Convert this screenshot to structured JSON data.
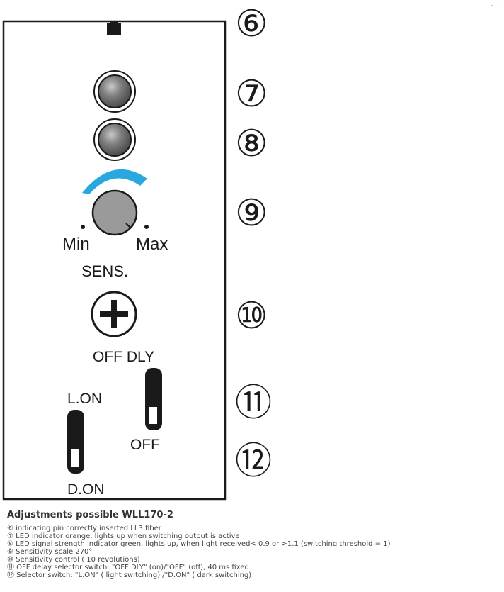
{
  "diagram": {
    "callouts": {
      "c6": "⑥",
      "c7": "⑦",
      "c8": "⑧",
      "c9": "⑨",
      "c10": "⑩",
      "c11": "⑪",
      "c12": "⑫"
    },
    "labels": {
      "min": "Min",
      "max": "Max",
      "sens": "SENS.",
      "off_dly": "OFF DLY",
      "off": "OFF",
      "l_on": "L.ON",
      "d_on": "D.ON"
    },
    "colors": {
      "arc": "#29a8e0",
      "outline": "#1a1a1a",
      "led": "#6e6e6e",
      "knob": "#9a9a9a"
    }
  },
  "caption": {
    "title": "Adjustments possible WLL170-2",
    "lines": [
      "⑥ indicating pin correctly inserted LL3 fiber",
      "⑦ LED indicator orange, lights up when switching output is active",
      "⑧ LED signal strength indicator green, lights up, when light received< 0.9 or >1.1 (switching threshold = 1)",
      "⑨ Sensitivity scale 270°",
      "⑩ Sensitivity control ( 10 revolutions)",
      "⑪ OFF delay selector switch: \"OFF DLY\" (on)/\"OFF\" (off), 40 ms fixed",
      "⑫ Selector switch: \"L.ON\" ( light switching) /\"D.ON\" ( dark switching)"
    ]
  }
}
